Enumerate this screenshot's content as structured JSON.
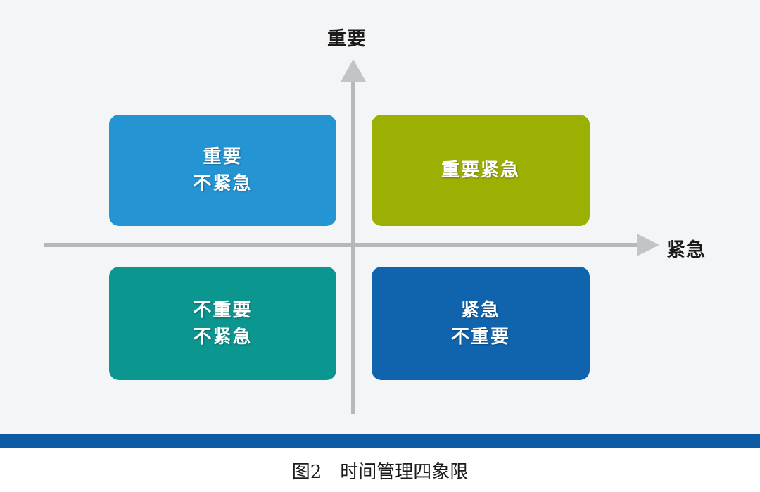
{
  "figure": {
    "background_color": "#f4f5f6",
    "caption": "图2　时间管理四象限",
    "rule_color": "#0b5ba4"
  },
  "axes": {
    "vertical_label": "重要",
    "horizontal_label": "紧急",
    "line_color": "#b6b8ba",
    "arrow_color": "#c2c4c6"
  },
  "quadrants": [
    {
      "id": "important-not-urgent",
      "position": "top-left",
      "lines": [
        "重要",
        "不紧急"
      ],
      "color": "#2494d2"
    },
    {
      "id": "important-urgent",
      "position": "top-right",
      "lines": [
        "重要紧急"
      ],
      "color": "#9cb004"
    },
    {
      "id": "not-important-not-urgent",
      "position": "bottom-left",
      "lines": [
        "不重要",
        "不紧急"
      ],
      "color": "#0c9690"
    },
    {
      "id": "urgent-not-important",
      "position": "bottom-right",
      "lines": [
        "紧急",
        "不重要"
      ],
      "color": "#1064ae"
    }
  ]
}
